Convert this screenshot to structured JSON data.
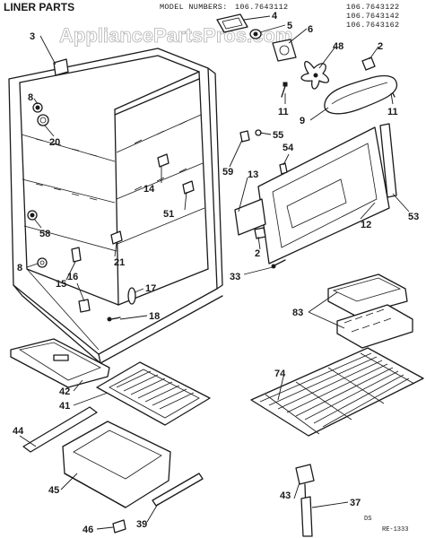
{
  "header": {
    "title": "LINER PARTS",
    "model_numbers_label": "MODEL NUMBERS:",
    "model_numbers": [
      "106.7643112",
      "106.7643122",
      "106.7643142",
      "106.7643162"
    ]
  },
  "watermark": "AppliancePartsPros.com",
  "footer": {
    "ds": "DS",
    "code": "RE-1333"
  },
  "callouts": [
    {
      "id": "p3",
      "label": "3"
    },
    {
      "id": "p4",
      "label": "4"
    },
    {
      "id": "p5",
      "label": "5"
    },
    {
      "id": "p6",
      "label": "6"
    },
    {
      "id": "p48",
      "label": "48"
    },
    {
      "id": "p2a",
      "label": "2"
    },
    {
      "id": "p11a",
      "label": "11"
    },
    {
      "id": "p11b",
      "label": "11"
    },
    {
      "id": "p9",
      "label": "9"
    },
    {
      "id": "p8a",
      "label": "8"
    },
    {
      "id": "p20",
      "label": "20"
    },
    {
      "id": "p55",
      "label": "55"
    },
    {
      "id": "p54",
      "label": "54"
    },
    {
      "id": "p59",
      "label": "59"
    },
    {
      "id": "p13",
      "label": "13"
    },
    {
      "id": "p14",
      "label": "14"
    },
    {
      "id": "p51",
      "label": "51"
    },
    {
      "id": "p12",
      "label": "12"
    },
    {
      "id": "p53",
      "label": "53"
    },
    {
      "id": "p58",
      "label": "58"
    },
    {
      "id": "p21",
      "label": "21"
    },
    {
      "id": "p2b",
      "label": "2"
    },
    {
      "id": "p33",
      "label": "33"
    },
    {
      "id": "p8b",
      "label": "8"
    },
    {
      "id": "p15",
      "label": "15"
    },
    {
      "id": "p16",
      "label": "16"
    },
    {
      "id": "p17",
      "label": "17"
    },
    {
      "id": "p18",
      "label": "18"
    },
    {
      "id": "p83",
      "label": "83"
    },
    {
      "id": "p42",
      "label": "42"
    },
    {
      "id": "p41",
      "label": "41"
    },
    {
      "id": "p74",
      "label": "74"
    },
    {
      "id": "p44",
      "label": "44"
    },
    {
      "id": "p45",
      "label": "45"
    },
    {
      "id": "p43",
      "label": "43"
    },
    {
      "id": "p37",
      "label": "37"
    },
    {
      "id": "p46",
      "label": "46"
    },
    {
      "id": "p39",
      "label": "39"
    }
  ]
}
